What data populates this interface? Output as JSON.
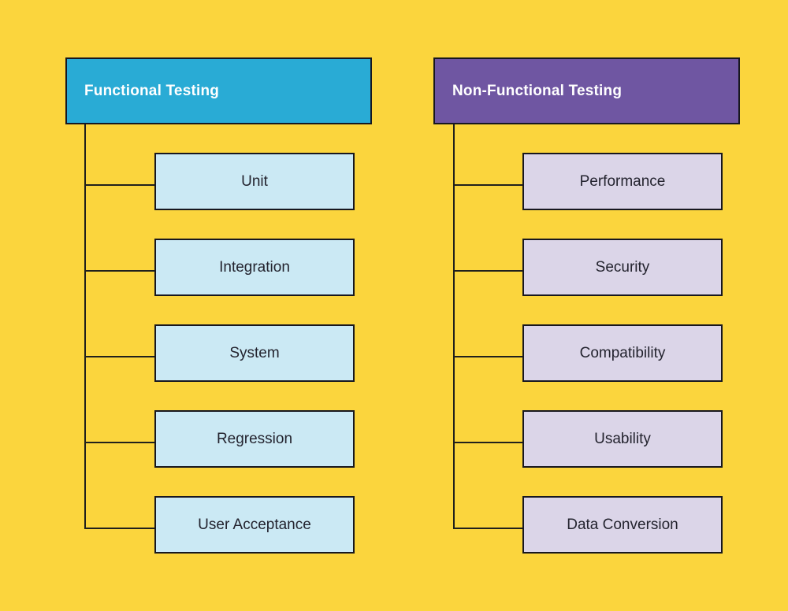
{
  "diagram": {
    "background_color": "#FBD53D",
    "line_color": "#20201c",
    "functional": {
      "title": "Functional Testing",
      "header_color": "#29ABD5",
      "header_text_color": "#ffffff",
      "child_color": "#CBE9F4",
      "child_text_color": "#23232e",
      "children": [
        "Unit",
        "Integration",
        "System",
        "Regression",
        "User Acceptance"
      ]
    },
    "non_functional": {
      "title": "Non-Functional Testing",
      "header_color": "#6F56A2",
      "header_text_color": "#ffffff",
      "child_color": "#DBD5E8",
      "child_text_color": "#23232e",
      "children": [
        "Performance",
        "Security",
        "Compatibility",
        "Usability",
        "Data Conversion"
      ]
    }
  }
}
